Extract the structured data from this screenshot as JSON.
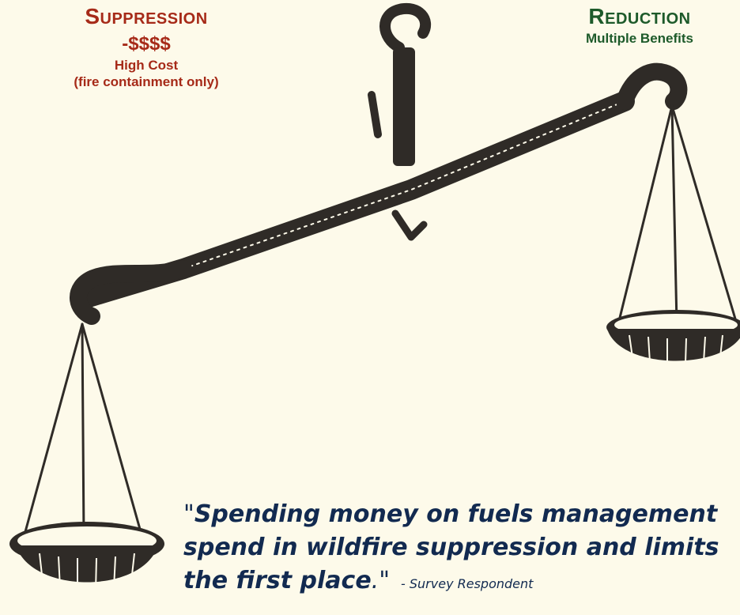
{
  "colors": {
    "background": "#fdfaea",
    "suppression": "#a62a18",
    "reduction": "#1d5a2a",
    "quote": "#122a50",
    "ink": "#2f2b27"
  },
  "suppression": {
    "title": "Suppression",
    "cost": "-$$$$",
    "note_line1": "High Cost",
    "note_line2": "(fire containment only)"
  },
  "reduction": {
    "title": "Reduction",
    "note": "Multiple Benefits"
  },
  "illustration": {
    "name": "balance-scale-woodcut"
  },
  "quote": {
    "open_mark": "\"",
    "line1": "Spending money on fuels management",
    "line2": "spend in wildfire suppression and limits",
    "line3": "the first place",
    "close_mark": ".\"",
    "attribution": "- Survey Respondent"
  }
}
